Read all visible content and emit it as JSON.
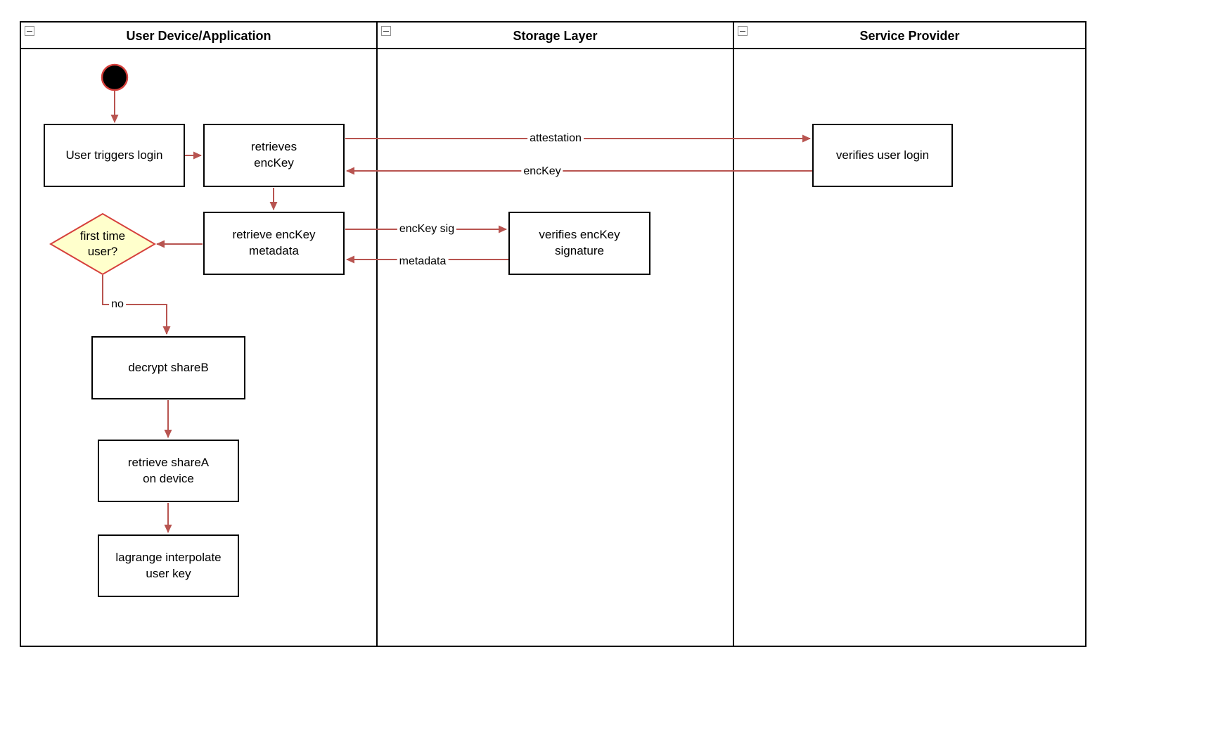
{
  "lanes": [
    {
      "title": "User Device/Application"
    },
    {
      "title": "Storage Layer"
    },
    {
      "title": "Service Provider"
    }
  ],
  "nodes": {
    "start": {
      "type": "initial-node",
      "lane": "User Device/Application"
    },
    "user_triggers_login": {
      "label": "User triggers login",
      "lane": "User Device/Application"
    },
    "retrieves_encKey": {
      "label": "retrieves\nencKey",
      "lane": "User Device/Application"
    },
    "verifies_user_login": {
      "label": "verifies user login",
      "lane": "Service Provider"
    },
    "retrieve_encKey_metadata": {
      "label": "retrieve encKey\nmetadata",
      "lane": "User Device/Application"
    },
    "verifies_encKey_signature": {
      "label": "verifies encKey\nsignature",
      "lane": "Storage Layer"
    },
    "first_time_user": {
      "label": "first time\nuser?",
      "type": "decision",
      "lane": "User Device/Application"
    },
    "decrypt_shareB": {
      "label": "decrypt shareB",
      "lane": "User Device/Application"
    },
    "retrieve_shareA_on_device": {
      "label": "retrieve shareA\non device",
      "lane": "User Device/Application"
    },
    "lagrange_interpolate_user_key": {
      "label": "lagrange interpolate\nuser key",
      "lane": "User Device/Application"
    }
  },
  "edges": [
    {
      "from": "start",
      "to": "user_triggers_login",
      "label": ""
    },
    {
      "from": "user_triggers_login",
      "to": "retrieves_encKey",
      "label": ""
    },
    {
      "from": "retrieves_encKey",
      "to": "verifies_user_login",
      "label": "attestation"
    },
    {
      "from": "verifies_user_login",
      "to": "retrieves_encKey",
      "label": "encKey"
    },
    {
      "from": "retrieves_encKey",
      "to": "retrieve_encKey_metadata",
      "label": ""
    },
    {
      "from": "retrieve_encKey_metadata",
      "to": "verifies_encKey_signature",
      "label": "encKey sig"
    },
    {
      "from": "verifies_encKey_signature",
      "to": "retrieve_encKey_metadata",
      "label": "metadata"
    },
    {
      "from": "retrieve_encKey_metadata",
      "to": "first_time_user",
      "label": ""
    },
    {
      "from": "first_time_user",
      "to": "decrypt_shareB",
      "label": "no"
    },
    {
      "from": "decrypt_shareB",
      "to": "retrieve_shareA_on_device",
      "label": ""
    },
    {
      "from": "retrieve_shareA_on_device",
      "to": "lagrange_interpolate_user_key",
      "label": ""
    }
  ],
  "icons": {
    "lane_collapse": "minus-icon"
  },
  "colors": {
    "arrow": "#b85450",
    "decision_fill": "#ffffcc",
    "decision_border": "#d6403c",
    "node_border": "#000000",
    "node_fill": "#ffffff",
    "initial_node_fill": "#000000",
    "initial_node_border": "#d6403c",
    "lane_border": "#000000",
    "background": "#ffffff"
  }
}
